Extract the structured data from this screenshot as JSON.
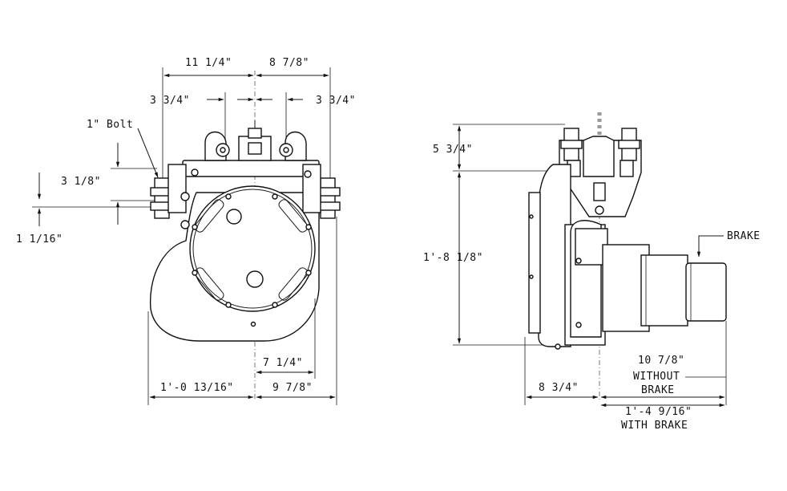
{
  "front_view": {
    "dim_top_left": "11 1/4\"",
    "dim_top_right": "8 7/8\"",
    "dim_mid_left": "3 3/4\"",
    "dim_mid_right": "3 3/4\"",
    "bolt_label": "1\" Bolt",
    "dim_side_upper": "3 1/8\"",
    "dim_side_lower": "1 1/16\"",
    "dim_bottom_inner": "7 1/4\"",
    "dim_bottom_left": "1'-0 13/16\"",
    "dim_bottom_right": "9 7/8\""
  },
  "side_view": {
    "dim_top": "5 3/4\"",
    "dim_height": "1'-8 1/8\"",
    "brake_label": "BRAKE",
    "dim_without_value": "10 7/8\"",
    "dim_without_line1": "WITHOUT",
    "dim_without_line2": "BRAKE",
    "dim_bottom_left": "8 3/4\"",
    "dim_with_value": "1'-4 9/16\"",
    "dim_with_line": "WITH BRAKE"
  }
}
